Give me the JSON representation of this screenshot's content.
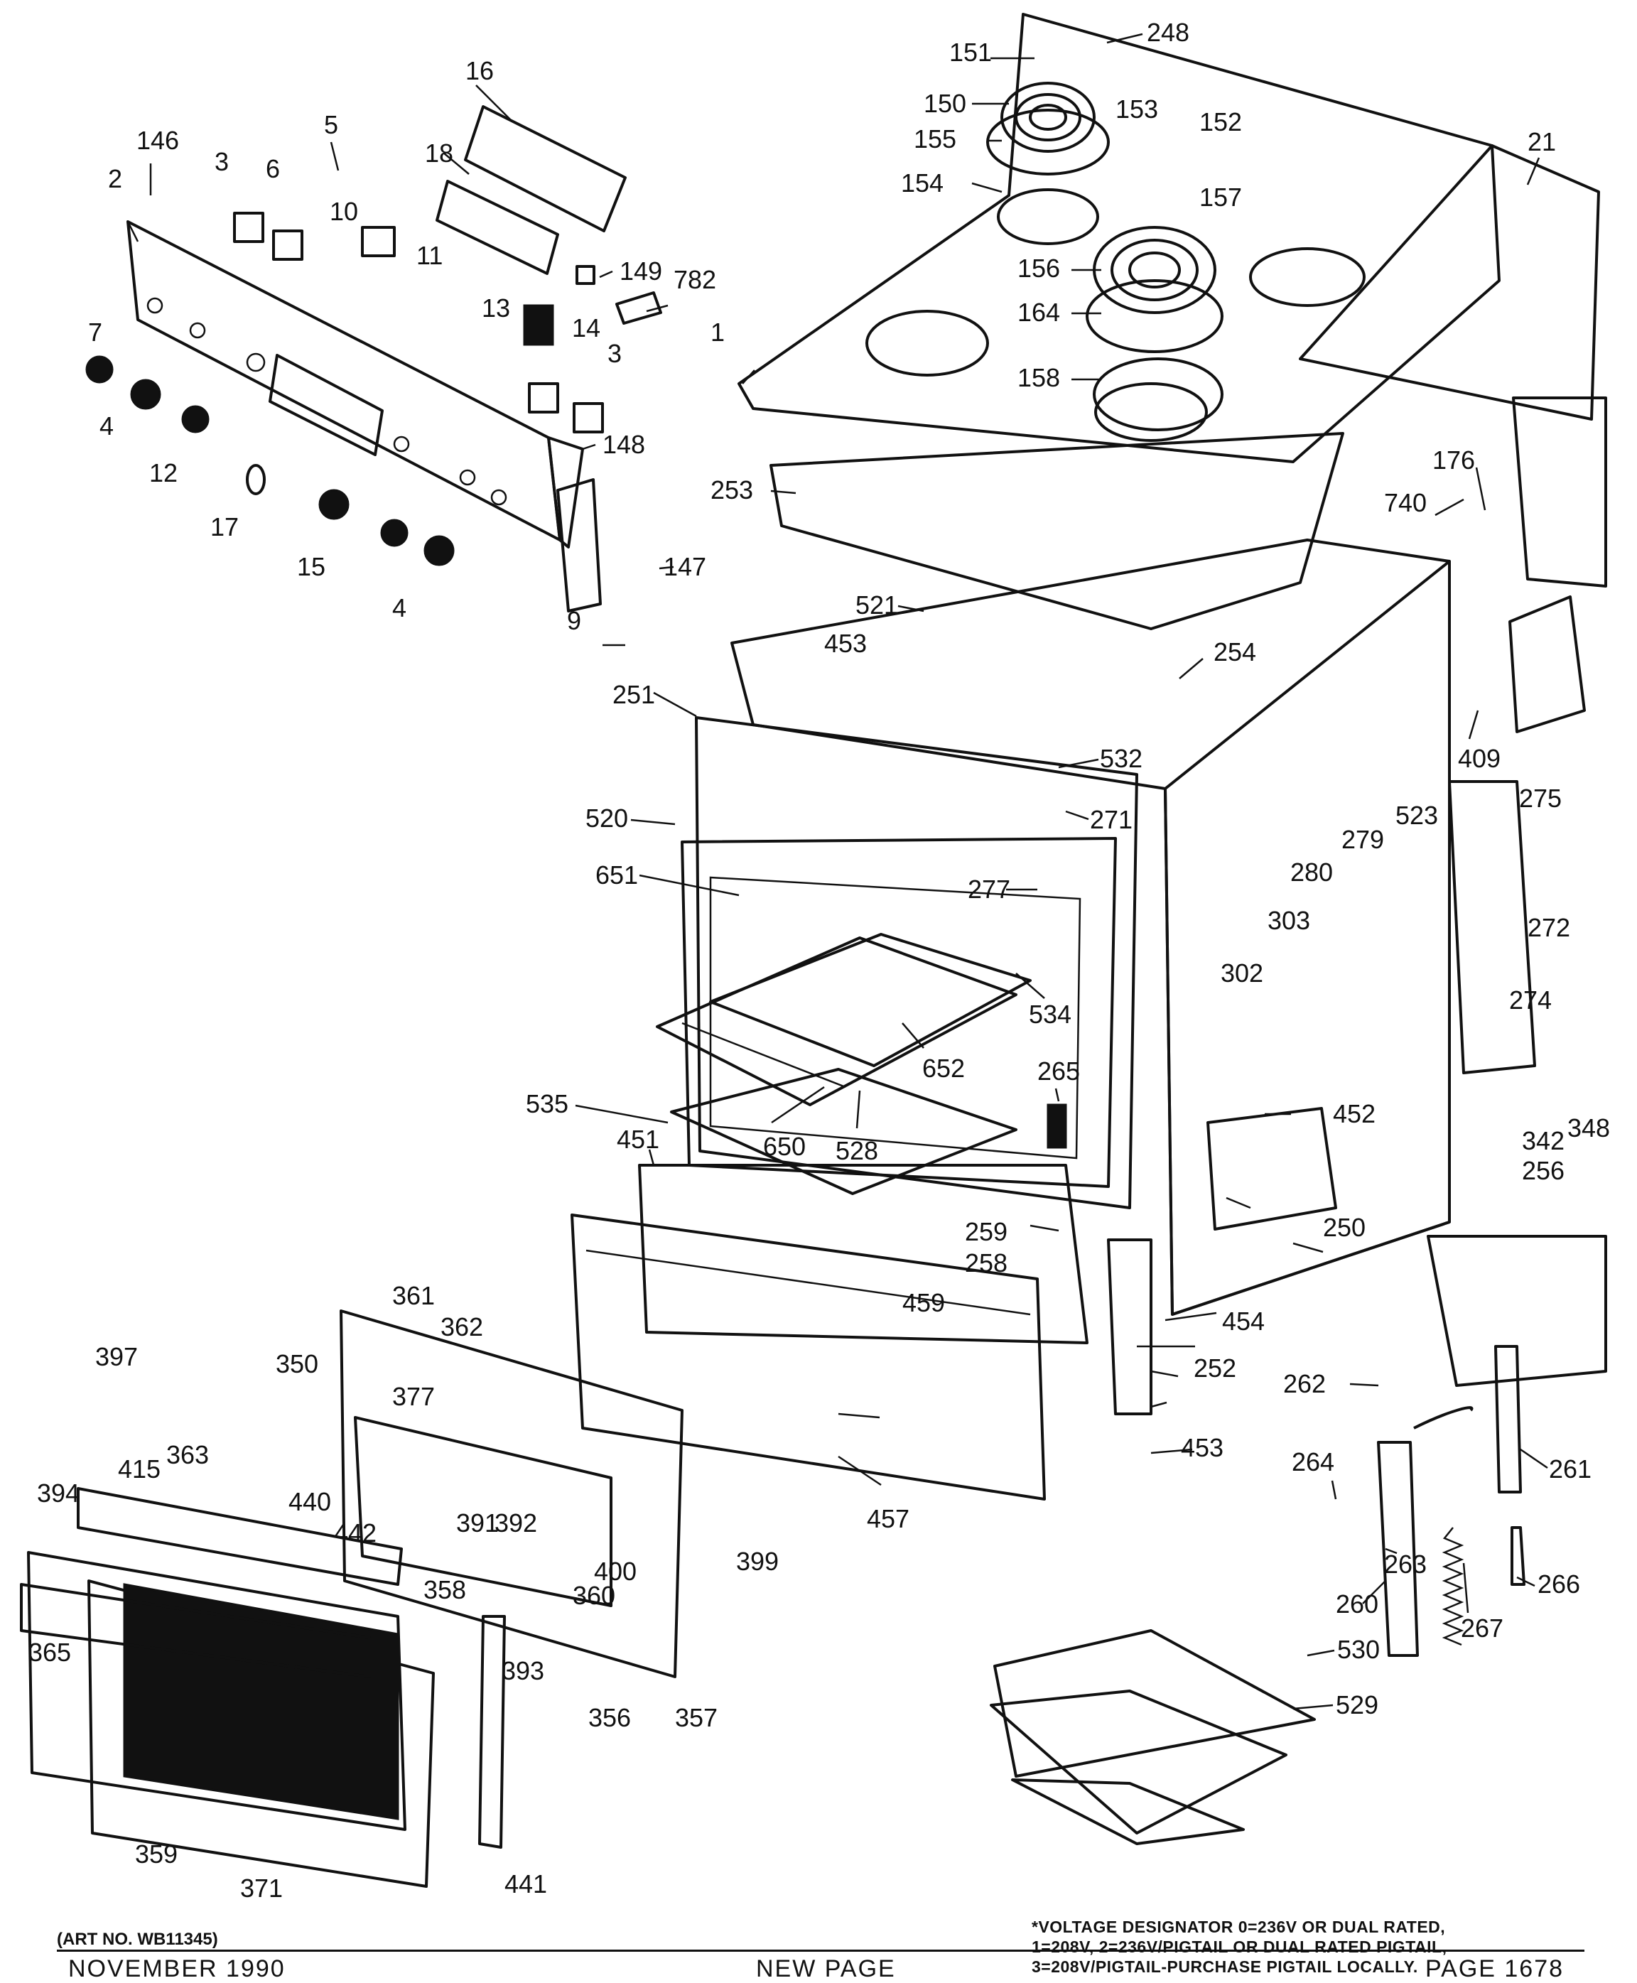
{
  "diagram": {
    "callouts": [
      "146",
      "2",
      "3",
      "5",
      "6",
      "16",
      "18",
      "10",
      "11",
      "7",
      "4",
      "12",
      "17",
      "15",
      "4",
      "9",
      "147",
      "148",
      "3",
      "13",
      "14",
      "149",
      "782",
      "151",
      "248",
      "150",
      "155",
      "153",
      "152",
      "154",
      "157",
      "156",
      "164",
      "158",
      "21",
      "1",
      "253",
      "176",
      "740",
      "409",
      "521",
      "453",
      "254",
      "251",
      "532",
      "271",
      "520",
      "651",
      "277",
      "534",
      "652",
      "265",
      "535",
      "650",
      "528",
      "451",
      "279",
      "280",
      "523",
      "303",
      "302",
      "275",
      "272",
      "274",
      "348",
      "342",
      "256",
      "452",
      "250",
      "259",
      "258",
      "459",
      "454",
      "252",
      "453",
      "457",
      "361",
      "362",
      "350",
      "377",
      "397",
      "363",
      "440",
      "442",
      "415",
      "394",
      "391",
      "392",
      "400",
      "360",
      "358",
      "365",
      "393",
      "399",
      "356",
      "357",
      "359",
      "371",
      "441",
      "262",
      "264",
      "261",
      "263",
      "260",
      "267",
      "266",
      "530",
      "529"
    ]
  },
  "footnote": {
    "line1": "*VOLTAGE DESIGNATOR 0=236V OR DUAL RATED,",
    "line2": "1=208V, 2=236V/PIGTAIL OR DUAL RATED PIGTAIL,",
    "line3": "3=208V/PIGTAIL-PURCHASE PIGTAIL LOCALLY."
  },
  "art_number": "(ART NO. WB11345)",
  "footer": {
    "left": "NOVEMBER 1990",
    "center": "NEW PAGE",
    "right": "PAGE 1678"
  }
}
